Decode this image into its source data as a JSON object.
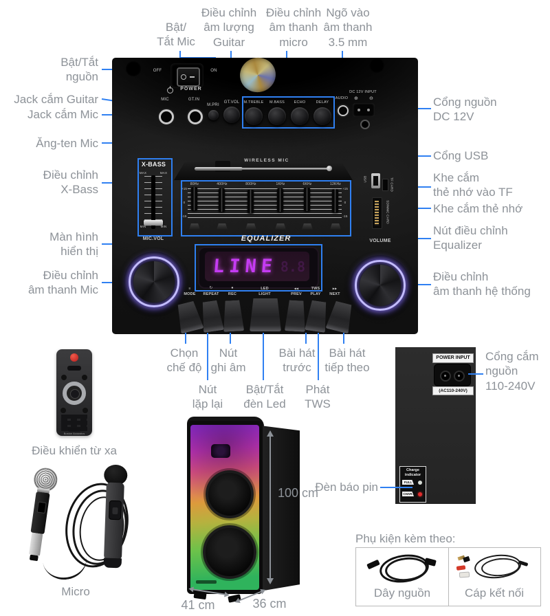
{
  "colors": {
    "accent_blue": "#2f80f2",
    "label_gray": "#8d9298",
    "display_purple": "#c43bf2",
    "panel_black": "#151515"
  },
  "callouts": {
    "top": [
      {
        "lines": [
          "Bật/",
          "Tắt Mic"
        ]
      },
      {
        "lines": [
          "Điều chỉnh",
          "âm lượng",
          "Guitar"
        ]
      },
      {
        "lines": [
          "Điều chỉnh",
          "âm thanh",
          "micro"
        ]
      },
      {
        "lines": [
          "Ngõ vào",
          "âm thanh",
          "3.5 mm"
        ]
      }
    ],
    "left": [
      {
        "lines": [
          "Bật/Tắt",
          "nguồn"
        ]
      },
      {
        "lines": [
          "Jack cắm Guitar"
        ]
      },
      {
        "lines": [
          "Jack cắm Mic"
        ]
      },
      {
        "lines": [
          "Ăng-ten Mic"
        ]
      },
      {
        "lines": [
          "Điều chỉnh",
          "X-Bass"
        ]
      },
      {
        "lines": [
          "Màn hình",
          "hiển thị"
        ]
      },
      {
        "lines": [
          "Điều chỉnh",
          "âm thanh Mic"
        ]
      }
    ],
    "right": [
      {
        "lines": [
          "Cổng nguồn",
          "DC 12V"
        ]
      },
      {
        "lines": [
          "Cổng USB"
        ]
      },
      {
        "lines": [
          "Khe cắm",
          "thẻ nhớ vào TF"
        ]
      },
      {
        "lines": [
          "Khe cắm thẻ nhớ"
        ]
      },
      {
        "lines": [
          "Nút điều chỉnh",
          "Equalizer"
        ]
      },
      {
        "lines": [
          "Điều chỉnh",
          "âm thanh hệ thống"
        ]
      }
    ],
    "bottom_row1": [
      {
        "lines": [
          "Chọn",
          "chế độ"
        ]
      },
      {
        "lines": [
          "Nút",
          "ghi âm"
        ]
      },
      {
        "lines": [
          "Bài hát",
          "trước"
        ]
      },
      {
        "lines": [
          "Bài hát",
          "tiếp theo"
        ]
      }
    ],
    "bottom_row2": [
      {
        "lines": [
          "Nút",
          "lặp lại"
        ]
      },
      {
        "lines": [
          "Bật/Tắt",
          "đèn Led"
        ]
      },
      {
        "lines": [
          "Phát",
          "TWS"
        ]
      }
    ]
  },
  "panel": {
    "switch_off": "OFF",
    "switch_on": "ON",
    "power": "POWER",
    "mic_jack": "MIC",
    "guitar_jack": "GT.IN",
    "mpri_knob": "M.PRI",
    "gtvol_knob": "GT.VOL",
    "knob_group": [
      "M.TREBLE",
      "M.BASS",
      "ECHO",
      "DELAY"
    ],
    "audio": "AUDIO",
    "dc_input": "DC 12V INPUT",
    "dc_plus": "⊕",
    "dc_minus": "⊖",
    "wireless_mic": "WIRELESS MIC",
    "xbass_title": "X-BASS",
    "max": "MAX",
    "min": "MIN",
    "mic_vol": "MIC.VOL",
    "volume": "VOLUME",
    "eq_title": "EQUALIZER",
    "eq_freqs": [
      "80Hz",
      "400Hz",
      "800Hz",
      "1KHz",
      "6KHz",
      "12KHz"
    ],
    "eq_plus": "+15",
    "eq_zero": "0",
    "eq_minus": "-15",
    "usb": "USB",
    "tf_card": "TF CARD",
    "sd_card": "SD/MMC CARD",
    "display": "LINE",
    "display_ghost": "8.8",
    "btn_mode": "MODE",
    "btn_repeat": "REPEAT",
    "btn_rec": "REC",
    "btn_led": [
      "LED",
      "LIGHT"
    ],
    "btn_prev": "PREV",
    "btn_tws": [
      "TWS",
      "PLAY"
    ],
    "btn_next": "NEXT",
    "ic_mode": "≡",
    "ic_repeat": "↻",
    "ic_rec": "●",
    "ic_prev": "◀◀",
    "ic_next": "▶▶"
  },
  "lower": {
    "remote_label": "Điều khiển từ xa",
    "remote_brand": "Boston Acoustics",
    "mic_label": "Micro",
    "dim_height": "100 cm",
    "dim_width": "41 cm",
    "dim_depth": "36 cm",
    "power_input": "POWER INPUT",
    "ac": "(AC110-240V)",
    "charge_title": [
      "Charge",
      "indicator"
    ],
    "full": "FULL",
    "char": "CHAR.",
    "socket_callout": {
      "lines": [
        "Cổng cắm",
        "nguồn",
        "110-240V"
      ]
    },
    "battery_callout": "Đèn báo pin",
    "acc_title": "Phụ kiện kèm theo:",
    "acc_items": [
      "Dây nguồn",
      "Cáp kết nối"
    ]
  }
}
